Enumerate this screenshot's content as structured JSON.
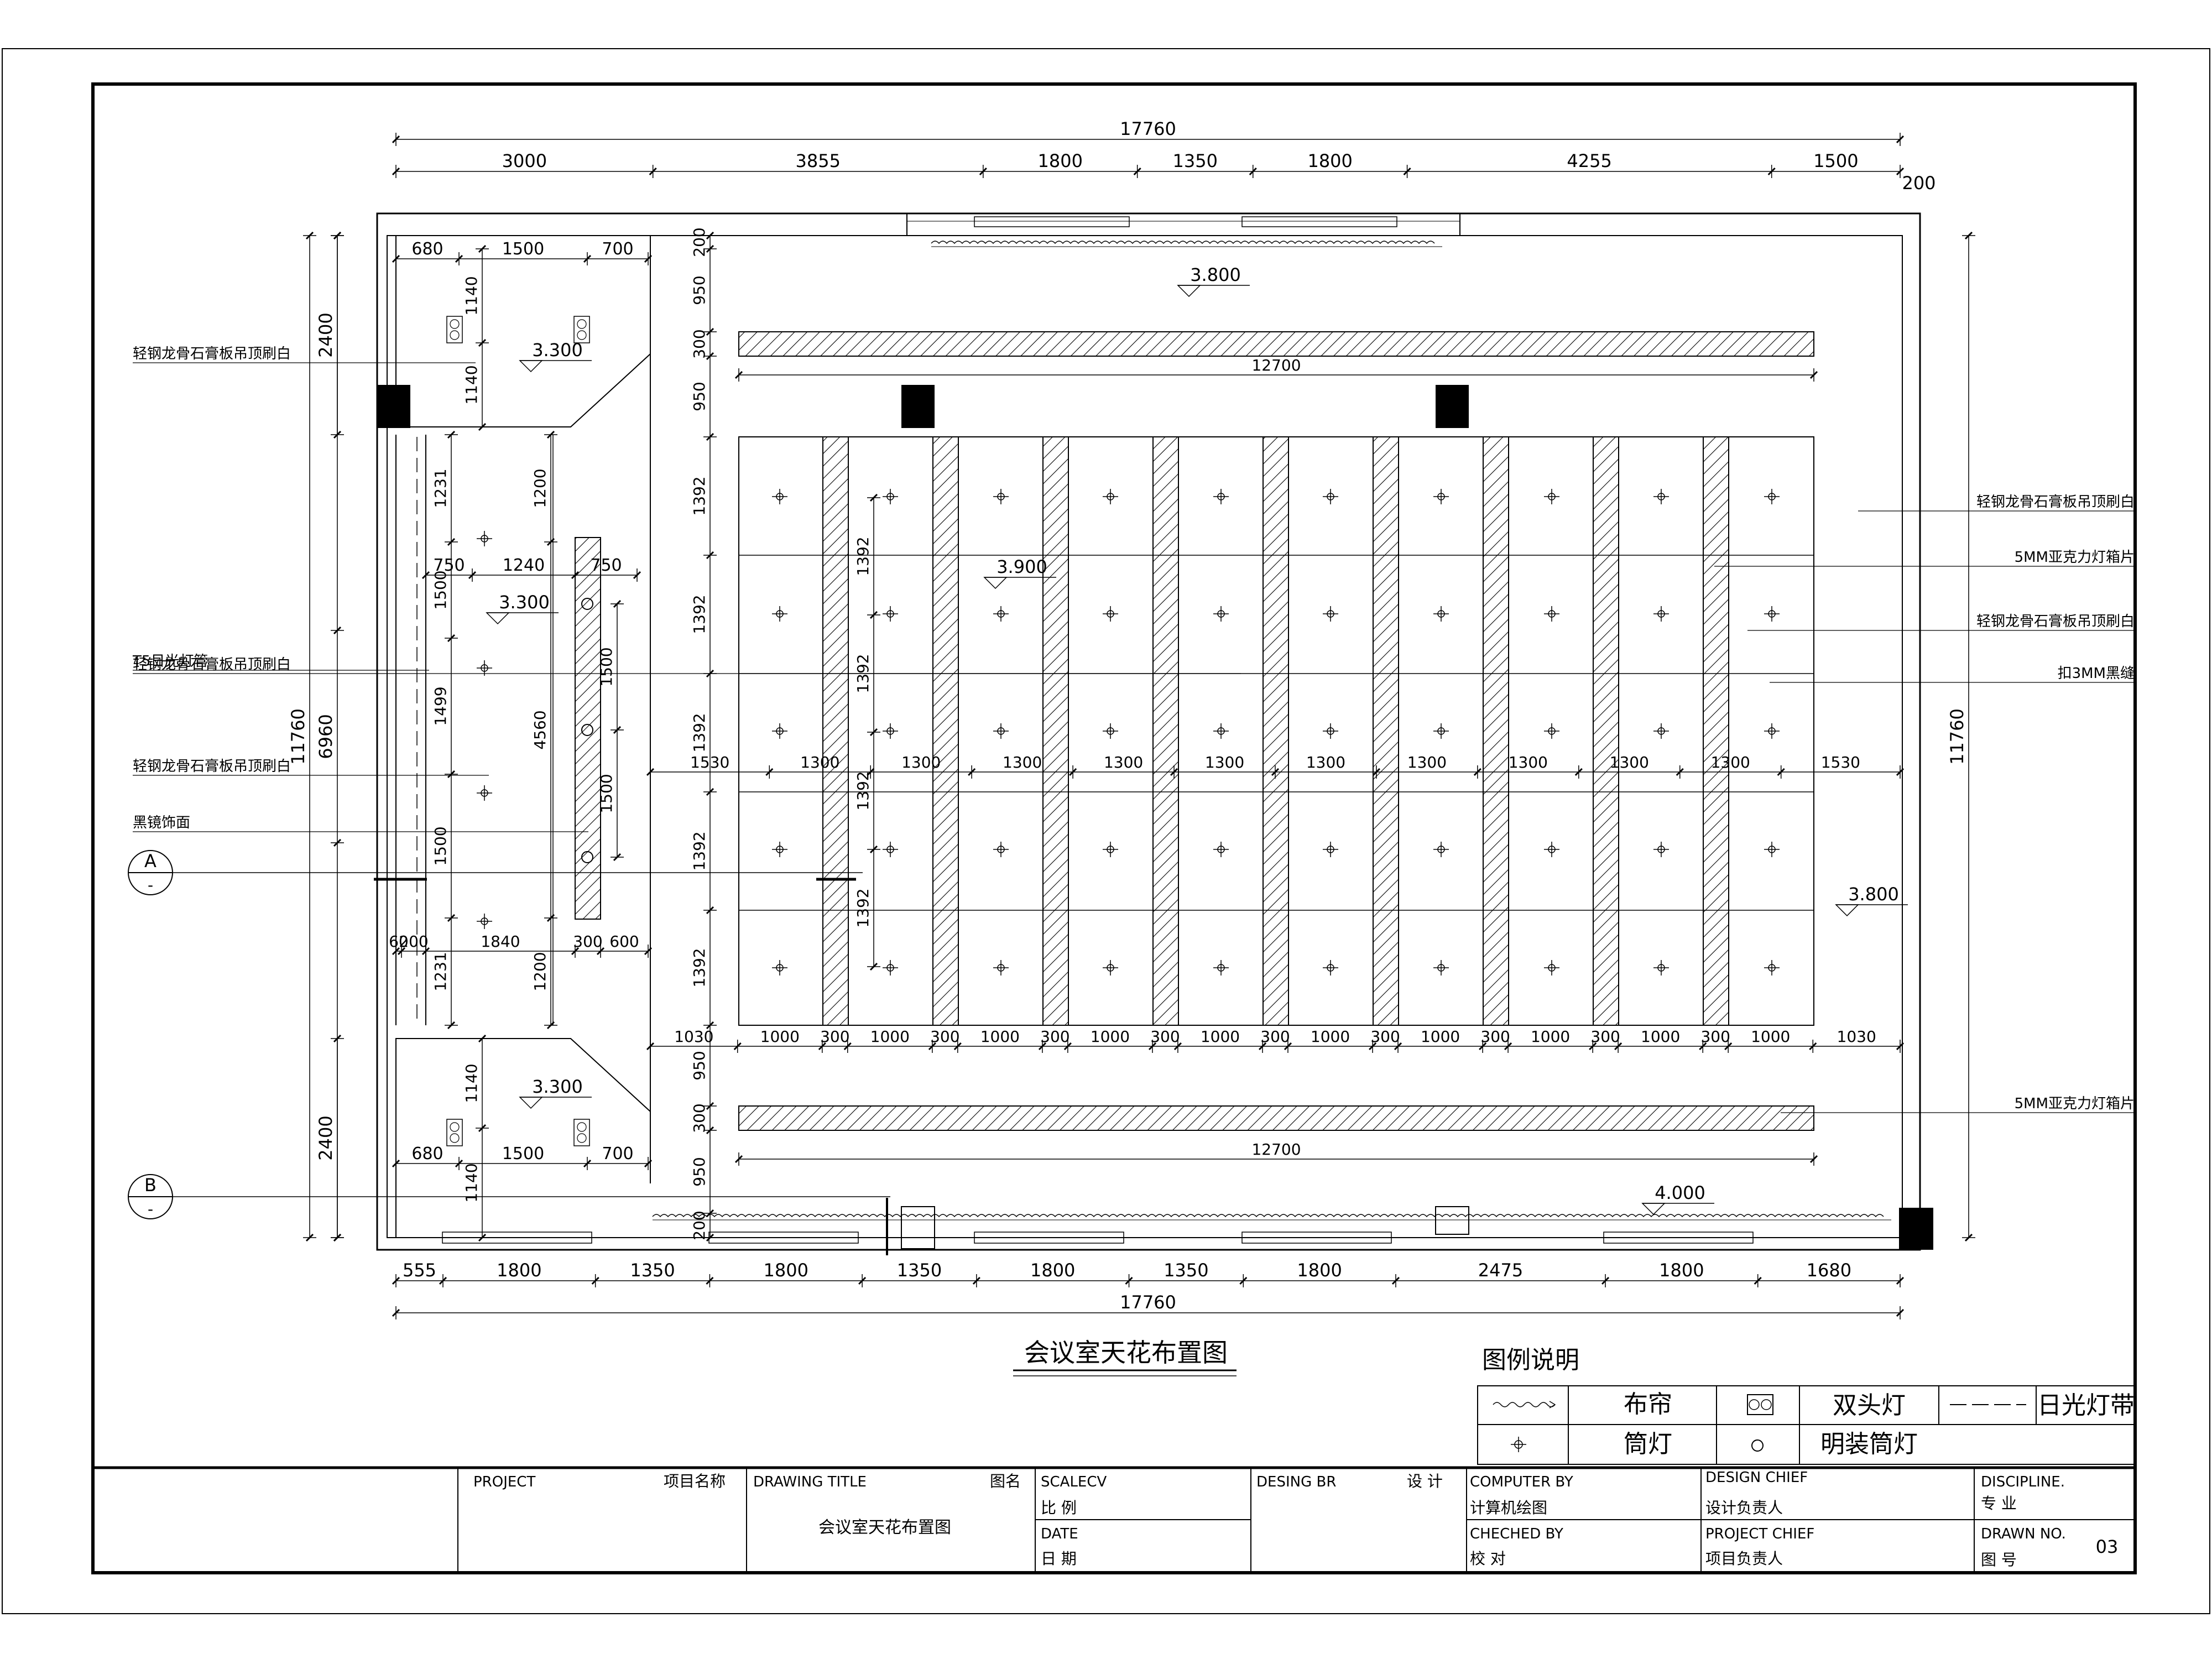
{
  "drawing": {
    "title": "会议室天花布置图",
    "top_dims": {
      "overall": "17760",
      "segments": [
        "3000",
        "3855",
        "1800",
        "1350",
        "1800",
        "4255",
        "1500"
      ],
      "side": "200"
    },
    "bottom_dims": {
      "overall": "17760",
      "segments": [
        "555",
        "1800",
        "1350",
        "1800",
        "1350",
        "1800",
        "1350",
        "1800",
        "2475",
        "1800",
        "1680"
      ]
    },
    "left_dims": {
      "overall": "11760",
      "mid": "6960",
      "top": "2400",
      "bottom": "2400"
    },
    "right_dims": {
      "overall": "11760"
    },
    "inner_labels": {
      "room_w": [
        "680",
        "1500",
        "700"
      ],
      "room_h": [
        "1140",
        "1140"
      ],
      "corr_h": [
        "1231",
        "1200",
        "1500",
        "1499",
        "4560",
        "1500",
        "1231",
        "1200"
      ],
      "corr_w": [
        "750",
        "1240",
        "750"
      ],
      "corr_w2": [
        "60",
        "200",
        "1840",
        "300",
        "600"
      ],
      "mirror": [
        "1500",
        "1500"
      ],
      "main_v": [
        "200",
        "950",
        "300",
        "950",
        "1392",
        "1392",
        "1392",
        "1392",
        "1392",
        "950",
        "300",
        "950",
        "200"
      ],
      "grid_v": [
        "1392",
        "1392",
        "1392",
        "1392"
      ],
      "mid_row": [
        "1530",
        "1300",
        "1300",
        "1300",
        "1300",
        "1300",
        "1300",
        "1300",
        "1300",
        "1300",
        "1300",
        "1530"
      ],
      "bot_row": [
        "1030",
        "1000",
        "300",
        "1000",
        "300",
        "1000",
        "300",
        "1000",
        "300",
        "1000",
        "300",
        "1000",
        "300",
        "1000",
        "300",
        "1000",
        "300",
        "1000",
        "300",
        "1000",
        "1030"
      ],
      "strip": "12700"
    },
    "levels": [
      "3.800",
      "3.300",
      "3.300",
      "3.900",
      "3.300",
      "3.800",
      "4.000"
    ],
    "left_notes": [
      "轻钢龙骨石膏板吊顶刷白",
      "T5日光灯管",
      "轻钢龙骨石膏板吊顶刷白",
      "黑镜饰面",
      "轻钢龙骨石膏板吊顶刷白"
    ],
    "right_notes": [
      "轻钢龙骨石膏板吊顶刷白",
      "5MM亚克力灯箱片",
      "轻钢龙骨石膏板吊顶刷白",
      "扣3MM黑缝",
      "5MM亚克力灯箱片"
    ],
    "section_marks": [
      "A",
      "B"
    ]
  },
  "legend": {
    "title": "图例说明",
    "items": [
      "布帘",
      "双头灯",
      "日光灯带",
      "筒灯",
      "明装筒灯"
    ]
  },
  "title_block": {
    "project": "PROJECT",
    "project_cn": "项目名称",
    "drawing_title": "DRAWING TITLE",
    "drawing_title_cn": "图名",
    "drawing_name": "会议室天花布置图",
    "scale": "SCALECV",
    "scale_cn": "比  例",
    "date": "DATE",
    "date_cn": "日  期",
    "designer": "DESING BR",
    "designer_cn": "设  计",
    "computer": "COMPUTER BY",
    "computer_cn": "计算机绘图",
    "checked": "CHECHED BY",
    "checked_cn": "校      对",
    "design_chief": "DESIGN CHIEF",
    "design_chief_cn": "设计负责人",
    "project_chief": "PROJECT CHIEF",
    "project_chief_cn": "项目负责人",
    "discipline": "DISCIPLINE.",
    "discipline_cn": "专      业",
    "drawn_no": "DRAWN NO.",
    "drawn_no_cn": "图      号",
    "drawn_no_val": "03"
  }
}
